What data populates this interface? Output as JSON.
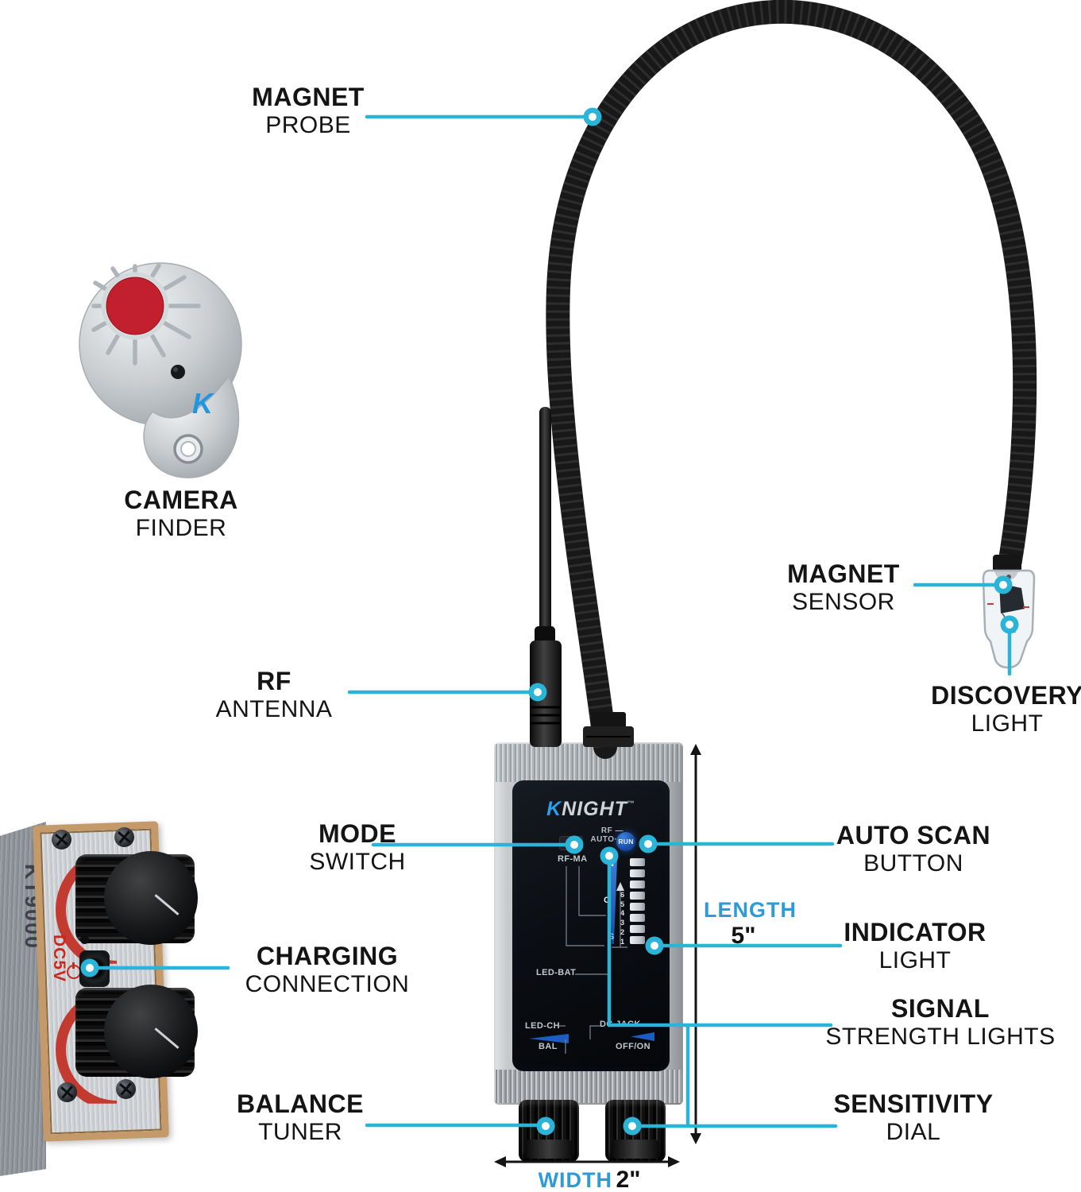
{
  "colors": {
    "callout": "#29b4d8",
    "dimension_blue": "#2e9ad8",
    "label_text": "#141414",
    "wedge_blue": "#1d5cc0",
    "brand_blue": "#2b9fe8",
    "lens_red": "#c2202e",
    "dc5v_red": "#c8281e"
  },
  "labels": {
    "magnet_probe": {
      "line1": "MAGNET",
      "line2": "PROBE"
    },
    "camera_finder": {
      "line1": "CAMERA",
      "line2": "FINDER"
    },
    "rf_antenna": {
      "line1": "RF",
      "line2": "ANTENNA"
    },
    "magnet_sensor": {
      "line1": "MAGNET",
      "line2": "SENSOR"
    },
    "discovery_light": {
      "line1": "DISCOVERY",
      "line2": "LIGHT"
    },
    "mode_switch": {
      "line1": "MODE",
      "line2": "SWITCH"
    },
    "auto_scan_button": {
      "line1": "AUTO SCAN",
      "line2": "BUTTON"
    },
    "charging_connection": {
      "line1": "CHARGING",
      "line2": "CONNECTION"
    },
    "indicator_light": {
      "line1": "INDICATOR",
      "line2": "LIGHT"
    },
    "signal_strength_lights": {
      "line1": "SIGNAL",
      "line2": "STRENGTH LIGHTS"
    },
    "balance_tuner": {
      "line1": "BALANCE",
      "line2": "TUNER"
    },
    "sensitivity_dial": {
      "line1": "SENSITIVITY",
      "line2": "DIAL"
    }
  },
  "dimensions": {
    "length_label": "LENGTH",
    "length_value": "5\"",
    "width_label": "WIDTH",
    "width_value": "2\""
  },
  "detector_panel": {
    "brand_k": "K",
    "brand_rest": "NIGHT",
    "brand_tm": "™",
    "rf_line": "RF —",
    "auto_line": "AUTO···",
    "run_button": "RUN",
    "mode_label": "RF-MA",
    "scale_numbers": [
      "6",
      "5",
      "4",
      "3",
      "2",
      "1"
    ],
    "streak_letters": [
      "N",
      "O",
      "S"
    ],
    "led_bat": "LED-BAT",
    "led_ch": "LED-CH",
    "bal": "BAL",
    "dc_jack": "DC JACK",
    "off_on": "OFF/ON"
  },
  "side_device": {
    "model": "KT9000",
    "port_label": "DC5V"
  },
  "camera_finder_device": {
    "logo": "K"
  }
}
